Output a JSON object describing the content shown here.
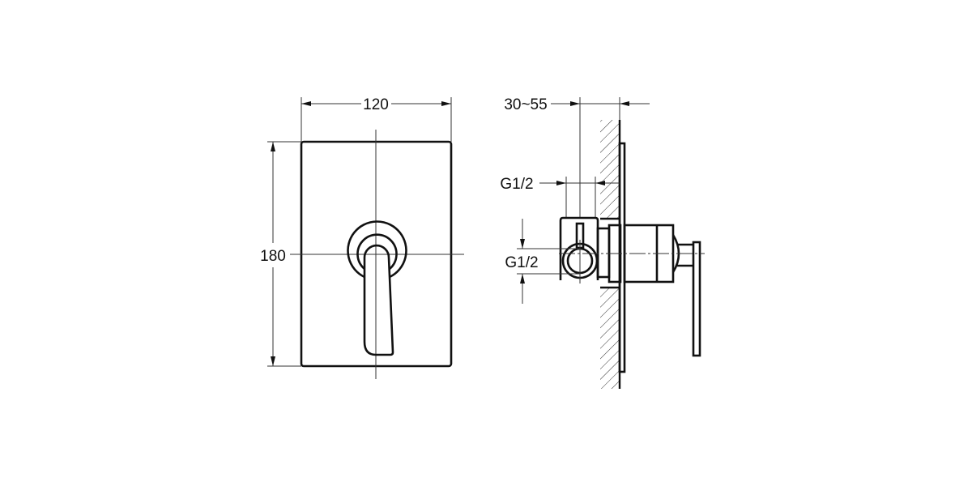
{
  "drawing": {
    "front_view": {
      "width_label": "120",
      "height_label": "180"
    },
    "side_view": {
      "depth_label": "30~55",
      "inlet_top_label": "G1/2",
      "inlet_side_label": "G1/2"
    }
  }
}
